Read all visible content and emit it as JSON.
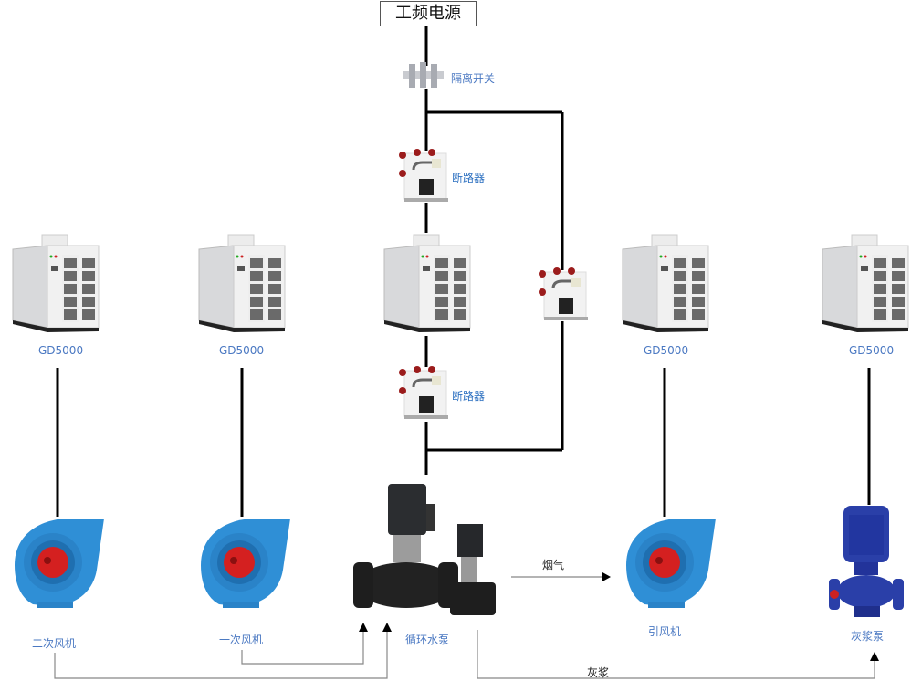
{
  "title": "工频电源",
  "isolator": {
    "label": "隔离开关",
    "icon": "isolator-switch-icon"
  },
  "breakers": [
    {
      "label": "断路器",
      "icon": "circuit-breaker-icon"
    },
    {
      "label": "断路器",
      "icon": "circuit-breaker-icon"
    },
    {
      "label": "",
      "icon": "circuit-breaker-icon"
    }
  ],
  "inverters": [
    {
      "label": "GD5000",
      "icon": "inverter-cabinet-icon"
    },
    {
      "label": "GD5000",
      "icon": "inverter-cabinet-icon"
    },
    {
      "label": "",
      "icon": "inverter-cabinet-icon"
    },
    {
      "label": "GD5000",
      "icon": "inverter-cabinet-icon"
    },
    {
      "label": "GD5000",
      "icon": "inverter-cabinet-icon"
    }
  ],
  "loads": [
    {
      "label": "二次风机",
      "icon": "centrifugal-fan-icon"
    },
    {
      "label": "一次风机",
      "icon": "centrifugal-fan-icon"
    },
    {
      "label": "循环水泵",
      "icon": "circulating-pump-icon"
    },
    {
      "label": "引风机",
      "icon": "centrifugal-fan-icon"
    },
    {
      "label": "灰浆泵",
      "icon": "slurry-pump-icon"
    }
  ],
  "flows": {
    "flue_gas": "烟气",
    "slurry": "灰浆"
  },
  "colors": {
    "label_blue": "#4a78c2",
    "fan_blue": "#2f8fd6",
    "pump_blue": "#2a3fa8",
    "impeller_red": "#d42020",
    "wire": "#000000",
    "flow_line": "#888888"
  }
}
